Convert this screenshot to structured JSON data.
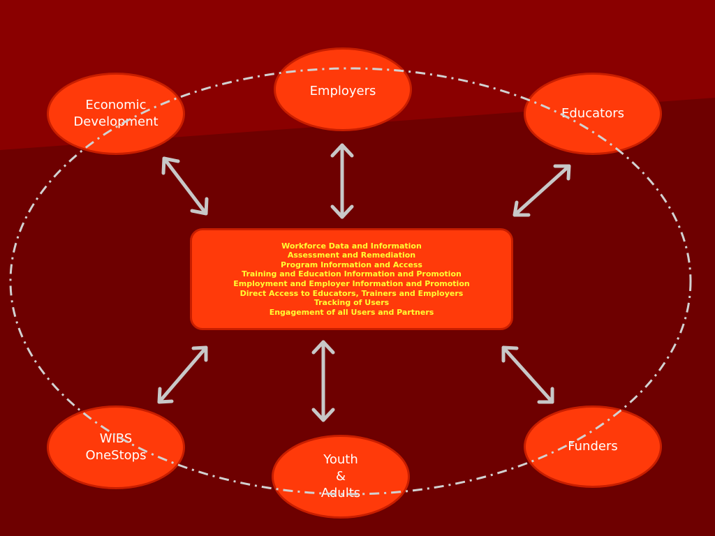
{
  "nodes": {
    "employers": "Employers",
    "economic_development": "Economic\nDevelopment",
    "educators": "Educators",
    "wibs_onestops": "WIBS\nOneStops",
    "youth_adults": "Youth\n&\nAdults",
    "funders": "Funders"
  },
  "center": {
    "lines": [
      "Workforce Data and Information",
      "Assessment and Remediation",
      "Program Information and Access",
      "Training and Education Information and Promotion",
      "Employment and Employer Information and Promotion",
      "Direct Access to Educators, Trainers and Employers",
      "Tracking of Users",
      "Engagement of all Users and Partners"
    ]
  },
  "colors": {
    "background": "#6e0000",
    "background_highlight": "#8a0000",
    "node_fill": "#ff3a0a",
    "node_border": "#c81e00",
    "center_text": "#ffff33",
    "arrow": "#c8c8c8",
    "dash_ellipse": "#d2d2d2"
  },
  "icons": {
    "arrows": "double-headed-arrow"
  }
}
